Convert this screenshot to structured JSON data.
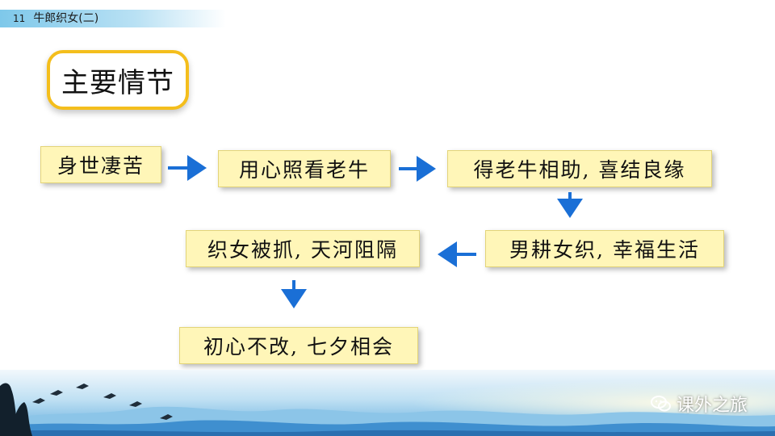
{
  "header": {
    "lesson_number": "11",
    "lesson_title": "牛郎织女(二)"
  },
  "title": "主要情节",
  "nodes": [
    "身世凄苦",
    "用心照看老牛",
    "得老牛相助, 喜结良缘",
    "男耕女织, 幸福生活",
    "织女被抓, 天河阻隔",
    "初心不改, 七夕相会"
  ],
  "colors": {
    "node_fill": "#fff6b8",
    "title_border": "#f4be1c",
    "arrow": "#1a6fd6"
  },
  "footer": {
    "brand": "课外之旅",
    "brand_icon": "wechat-icon"
  }
}
